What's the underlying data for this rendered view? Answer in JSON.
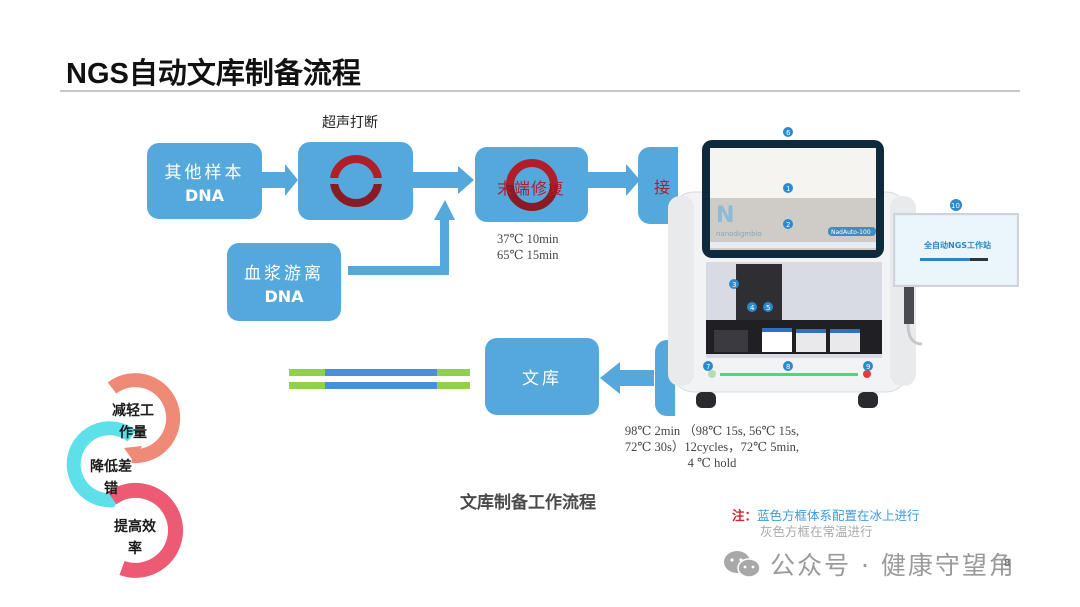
{
  "page": {
    "title": "NGS自动文库制备流程",
    "page_number": "8"
  },
  "flow": {
    "top_label": "超声打断",
    "nodes": {
      "other_dna": {
        "line1": "其他样本",
        "line2": "DNA"
      },
      "plasma_dna": {
        "line1": "血浆游离",
        "line2": "DNA"
      },
      "end_repair": {
        "overlay_text": "末端修复"
      },
      "ligation_partial": {
        "overlay_text": "接"
      },
      "library": {
        "line1": "文库"
      }
    },
    "conditions": {
      "end_repair": [
        "37℃ 10min",
        "65℃ 15min"
      ],
      "pcr": [
        "98℃ 2min （98℃ 15s, 56℃ 15s,",
        "72℃ 30s）12cycles，72℃ 5min,",
        "4 ℃ hold"
      ]
    },
    "colors": {
      "box_blue": "#54a8dc",
      "cross_red": "#b01e2a",
      "strand_green": "#8fd14f",
      "strand_blue": "#4a90d9"
    }
  },
  "subtitle": "文库制备工作流程",
  "benefits": [
    {
      "label_line1": "减轻工",
      "label_line2": "作量",
      "color": "#ee8a76"
    },
    {
      "label_line1": "降低差",
      "label_line2": "错",
      "color": "#5ee0ea"
    },
    {
      "label_line1": "提高效",
      "label_line2": "率",
      "color": "#ec5a73"
    }
  ],
  "note": {
    "prefix": "注：",
    "line1": "蓝色方框体系配置在冰上进行",
    "line2": "灰色方框在常温进行"
  },
  "instrument": {
    "brand": "nanodigmbio",
    "model_badge": "NadAuto-100",
    "screen_title": "全自动NGS工作站",
    "markers": [
      "1",
      "2",
      "3",
      "4",
      "5",
      "6",
      "7",
      "8",
      "9",
      "10"
    ]
  },
  "watermark": {
    "text": "公众号 · 健康守望角"
  }
}
